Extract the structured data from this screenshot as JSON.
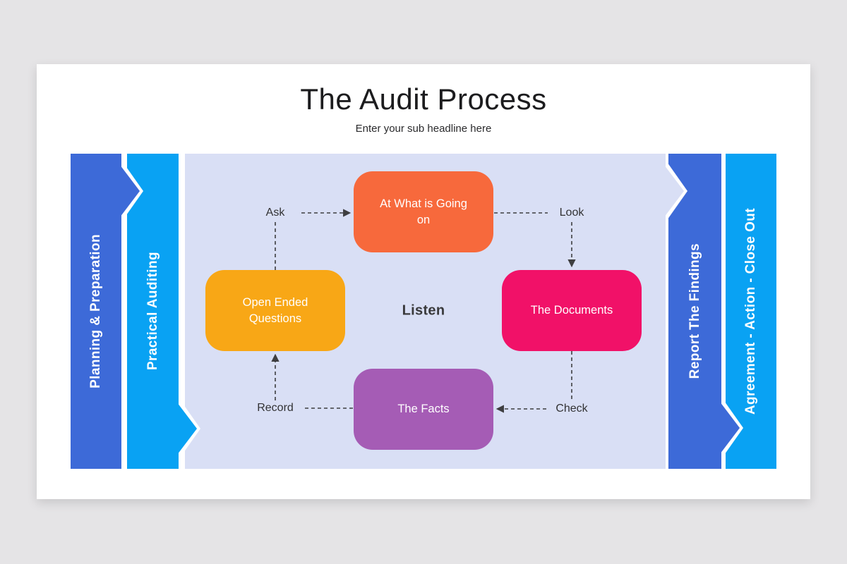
{
  "header": {
    "title": "The Audit Process",
    "subtitle": "Enter your sub headline here"
  },
  "stages": [
    {
      "label": "Planning & Preparation",
      "color": "#3D6AD8"
    },
    {
      "label": "Practical Auditing",
      "color": "#09A2F3"
    },
    {
      "label": "Report The Findings",
      "color": "#3D6AD8"
    },
    {
      "label": "Agreement - Action - Close Out",
      "color": "#09A2F3"
    }
  ],
  "diagram": {
    "panel_color": "#D9DFF5",
    "center_label": "Listen",
    "nodes": {
      "top": {
        "label": "At What is Going on",
        "color": "#F7693C"
      },
      "left": {
        "label": "Open Ended Questions",
        "color": "#F8A716"
      },
      "right": {
        "label": "The Documents",
        "color": "#F11168"
      },
      "bottom": {
        "label": "The Facts",
        "color": "#A55CB5"
      }
    },
    "connectors": {
      "ask": "Ask",
      "look": "Look",
      "check": "Check",
      "record": "Record",
      "color": "#3E3E40"
    }
  },
  "colors": {
    "page_background": "#E5E4E6",
    "slide_background": "#FFFFFF"
  }
}
